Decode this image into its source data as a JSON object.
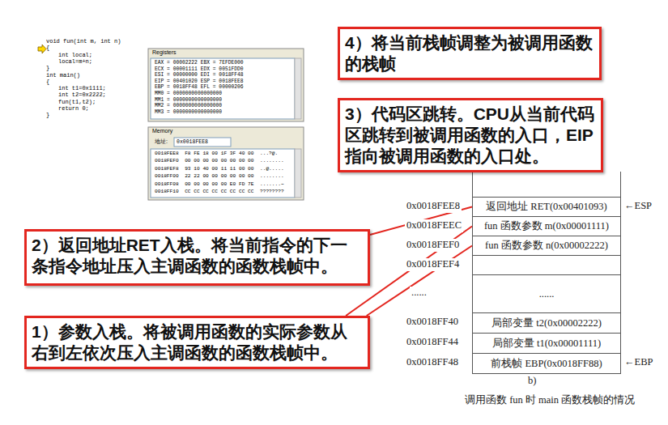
{
  "diagram": {
    "caption": "调用函数 fun 时 main 函数栈帧的情况",
    "nodes": [
      {
        "text": [
          "Registers",
          "EAX = 00002222 EBX = 7EFDE000",
          "ECX = 00001111 EDX = 0051FDD0",
          "ESI = 00000000 EDI = 0018FF48",
          "EIP = 00401020 ESP = 0018FEE8",
          "EBP = 0018FF48 EFL = 00000206",
          "MM0 = 0000000000000000",
          "MM1 = 0000000000000000",
          "MM2 = 0000000000000000",
          "MM3 = 0000000000000000"
        ]
      },
      {
        "text": [
          "Memory",
          "地址:",
          "0x0018FEE8",
          "0018FEE8  F8 FE 18 00 1F 3F 40 00  ...?@.",
          "0018FEF0  00 00 00 00 00 00 00 00  ........",
          "0018FEF8  93 10 40 00 11 11 00 00  ..@.....",
          "0018FF00  22 22 00 00 00 00 00 00  ........",
          "0018FF08  00 00 00 00 00 E0 FD 7E  .......~",
          "0018FF10  CC CC CC CC CC CC CC CC  ????????"
        ]
      },
      {
        "text": [
          "4）将当前栈帧调整为被调用函数的栈帧"
        ]
      },
      {
        "text": [
          "3）代码区跳转。CPU从当前代码区跳转到被调用函数的入口，EIP指向被调用函数的入口处。"
        ]
      },
      {
        "text": [
          "2）返回地址RET入栈。将当前指令的下一条指令地址压入主调函数的函数栈帧中。"
        ]
      },
      {
        "text": [
          "1）参数入栈。将被调用函数的实际参数从右到左依次压入主调函数的函数栈帧中。"
        ]
      },
      {
        "text": [
          "返回地址 RET(0x00401093)"
        ]
      },
      {
        "text": [
          "fun 函数参数 m(0x00001111)"
        ]
      },
      {
        "text": [
          "fun 函数参数 n(0x00002222)"
        ]
      },
      {
        "text": [
          "......"
        ]
      },
      {
        "text": [
          "局部变量 t2(0x00002222)"
        ]
      },
      {
        "text": [
          "局部变量 t1(0x00001111)"
        ]
      },
      {
        "text": [
          "前栈帧 EBP(0x0018FF88)"
        ]
      }
    ],
    "edges": [
      {
        "from": 4,
        "to": 6,
        "arrow": "none"
      },
      {
        "from": 5,
        "to": 7,
        "arrow": "none"
      },
      {
        "from": 5,
        "to": 8,
        "arrow": "none"
      }
    ],
    "labels": [
      "void fun(int m, int n)",
      "{",
      "int local;",
      "local=m+n;",
      "}",
      "int main()",
      "{",
      "int t1=0x1111;",
      "int t2=0x2222;",
      "fun(t1,t2);",
      "return 0;",
      "}",
      "0x0018FEE8",
      "0x0018FEEC",
      "0x0018FEF0",
      "0x0018FEF4",
      "......",
      "0x0018FF40",
      "0x0018FF44",
      "0x0018FF48",
      "←ESP",
      "←EBP",
      "b)"
    ]
  }
}
